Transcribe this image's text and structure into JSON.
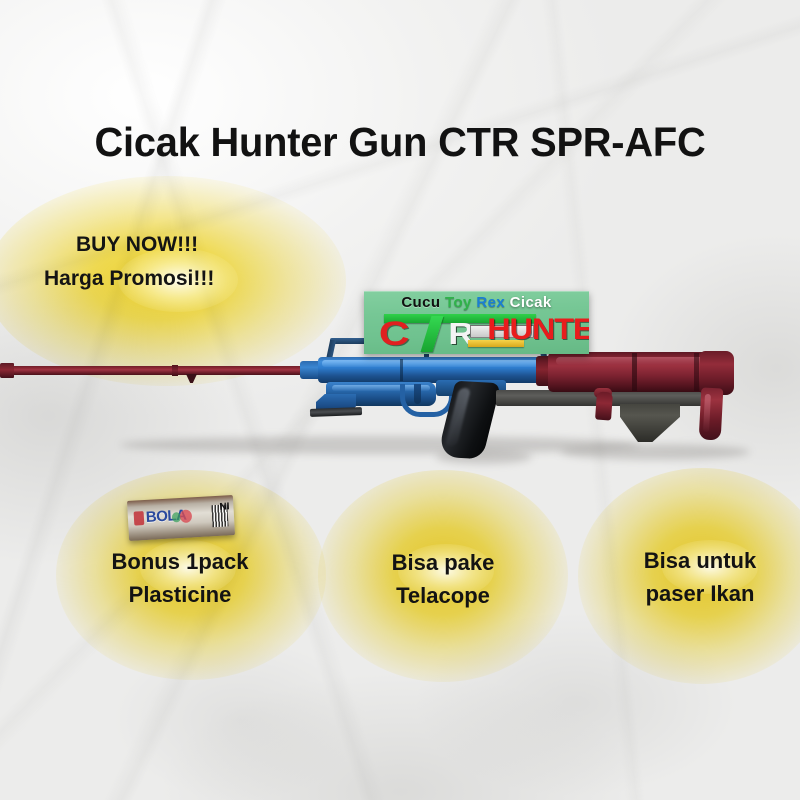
{
  "poster": {
    "headline": "Cicak Hunter Gun CTR SPR-AFC",
    "background": "crumpled-white-paper",
    "accent_glow_color": "#f6d420",
    "headline_color": "#121212"
  },
  "promo": {
    "line1": "BUY NOW!!!",
    "line2": "Harga Promosi!!!"
  },
  "logo": {
    "board_color": "#76c795",
    "tagline": {
      "word1": "Cucu",
      "word2": "Toy",
      "word3": "Rex",
      "word4": "Cicak",
      "word1_color": "#101010",
      "word2_color": "#2fb34a",
      "word3_color": "#1a7fd4",
      "word4_color": "#ffffff"
    },
    "mark": {
      "letter_c": "C",
      "letter_r": "R",
      "brand": "HUNTER",
      "c_color": "#e02020",
      "t_color": "#2fd14a",
      "r_color": "#f4f4f4",
      "brand_color": "#e81d1d"
    }
  },
  "features": [
    {
      "line1": "Bonus 1pack",
      "line2": "Plasticine"
    },
    {
      "line1": "Bisa pake",
      "line2": "Telacope"
    },
    {
      "line1": "Bisa untuk",
      "line2": "paser Ikan"
    }
  ],
  "plasticine_box": {
    "brand": "BOLA",
    "label_right": "NI"
  },
  "product": {
    "name": "Cicak Hunter Gun CTR SPR-AFC",
    "barrel_color": "#8d2733",
    "receiver_color": "#2e7ccd",
    "stock_color": "#8a2634",
    "grip_color": "#15171a"
  }
}
